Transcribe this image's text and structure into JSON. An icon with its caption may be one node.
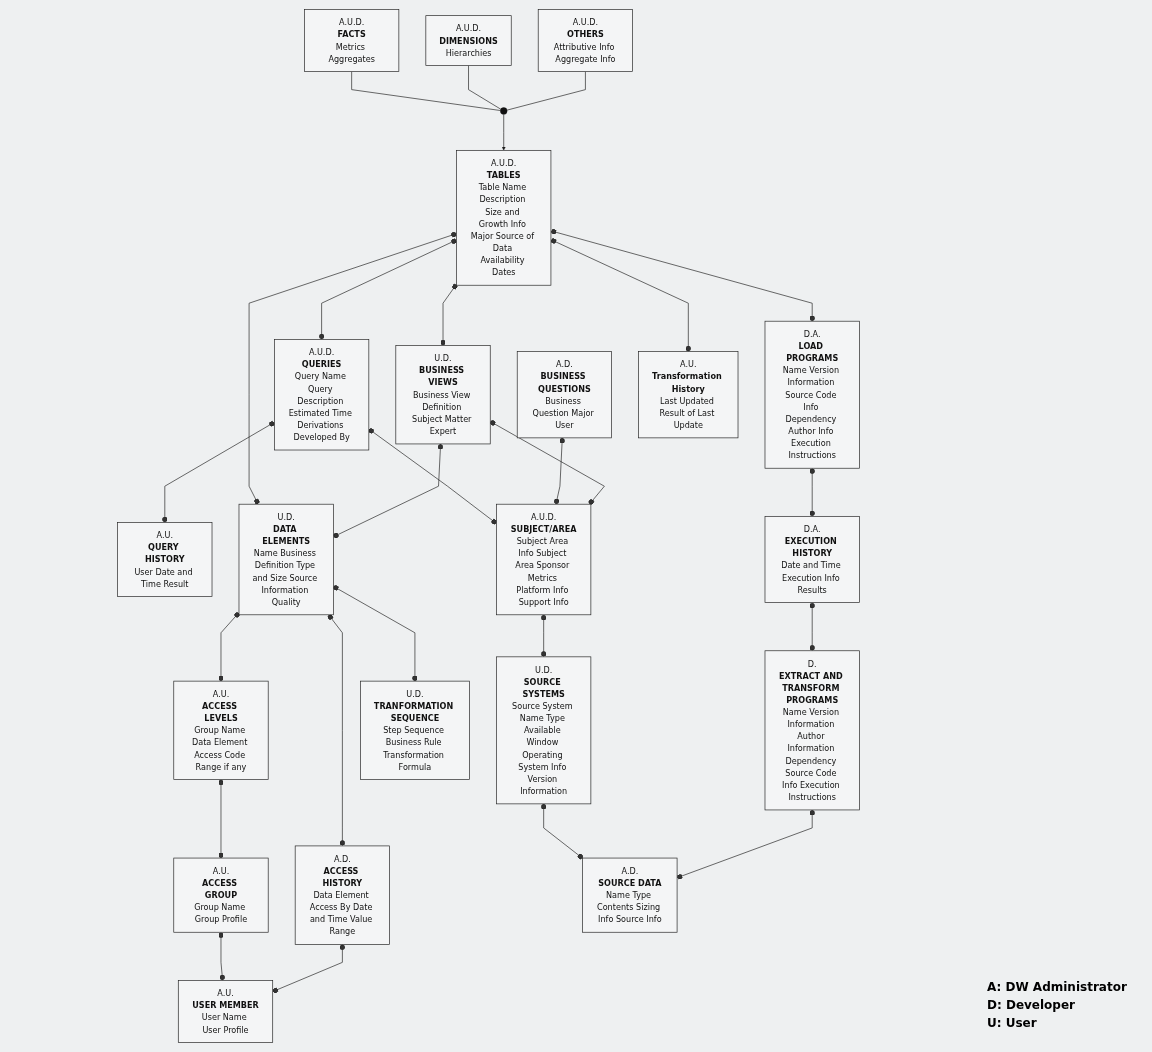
{
  "diagram": {
    "nodes": [
      {
        "text": [
          "A.U.D.",
          "FACTS",
          "Metrics Aggregates"
        ]
      },
      {
        "text": [
          "A.U.D.",
          "DIMENSIONS",
          "Hierarchies"
        ]
      },
      {
        "text": [
          "A.U.D.",
          "OTHERS",
          "Attributive Info Aggregate Info"
        ]
      },
      {
        "text": [],
        "shape": "circle"
      },
      {
        "text": [
          "A.U.",
          "QUERY HISTORY",
          "User Date and Time Result"
        ]
      },
      {
        "text": [
          "A.U.D.",
          "QUERIES",
          "Query Name Query Description Estimated Time Derivations Developed By"
        ]
      },
      {
        "text": [
          "A.U.",
          "Transformation History",
          "Last Updated Result of Last Update"
        ]
      },
      {
        "text": [
          "A.U.D.",
          "TABLES",
          "Table Name Description Size and Growth Info Major Source of Data Availability Dates"
        ]
      },
      {
        "text": [
          "A.D.",
          "BUSINESS QUESTIONS",
          "Business Question Major User"
        ]
      },
      {
        "text": [
          "U.D.",
          "BUSINESS VIEWS",
          "Business View Definition Subject Matter Expert"
        ]
      },
      {
        "text": [
          "U.D.",
          "DATA ELEMENTS",
          "Name Business Definition Type and Size Source Information Quality"
        ]
      },
      {
        "text": [
          "A.U.D.",
          "SUBJECT/AREA",
          "Subject Area Info Subject Area Sponsor Metrics Platform Info Support Info"
        ]
      },
      {
        "text": [
          "D.A.",
          "LOAD PROGRAMS",
          "Name Version Information Source Code Info Dependency Author Info Execution Instructions"
        ]
      },
      {
        "text": [
          "A.U.",
          "ACCESS LEVELS",
          "Group Name Data Element Access Code Range if any"
        ]
      },
      {
        "text": [
          "A.D.",
          "ACCESS HISTORY",
          "Data Element Access By Date and Time Value Range"
        ]
      },
      {
        "text": [
          "A.U.",
          "ACCESS GROUP",
          "Group Name Group Profile"
        ]
      },
      {
        "text": [
          "A.U.",
          "USER MEMBER",
          "User Name User Profile"
        ]
      },
      {
        "text": [
          "U.D.",
          "SOURCE SYSTEMS",
          "Source System Name Type Available Window Operating System Info Version Information"
        ]
      },
      {
        "text": [
          "U.D.",
          "TRANFORMATION SEQUENCE",
          "Step Sequence Business Rule Transformation Formula"
        ]
      },
      {
        "text": [
          "D.",
          "EXTRACT AND TRANSFORM PROGRAMS",
          "Name Version Information Author Information Dependency Source Code Info Execution Instructions"
        ]
      },
      {
        "text": [
          "A.D.",
          "SOURCE DATA",
          "Name Type Contents Sizing Info Source Info"
        ]
      },
      {
        "text": [
          "D.A.",
          "EXECUTION HISTORY",
          "Date and Time Execution Info Results"
        ]
      }
    ],
    "edges": [
      {
        "from": 0,
        "to": 3,
        "arrow": "none"
      },
      {
        "from": 1,
        "to": 3,
        "arrow": "none"
      },
      {
        "from": 2,
        "to": 3,
        "arrow": "none"
      },
      {
        "from": 3,
        "to": 7,
        "arrow": "to"
      },
      {
        "from": 6,
        "to": 7,
        "arrow": "other"
      },
      {
        "from": 7,
        "to": 5,
        "arrow": "other"
      },
      {
        "from": 5,
        "to": 4,
        "arrow": "other"
      },
      {
        "from": 7,
        "to": 9,
        "arrow": "other"
      },
      {
        "from": 7,
        "to": 12,
        "arrow": "other"
      },
      {
        "from": 7,
        "to": 10,
        "arrow": "other"
      },
      {
        "from": 5,
        "to": 11,
        "arrow": "other"
      },
      {
        "from": 8,
        "to": 11,
        "arrow": "other"
      },
      {
        "from": 9,
        "to": 11,
        "arrow": "other"
      },
      {
        "from": 10,
        "to": 9,
        "arrow": "other"
      },
      {
        "from": 10,
        "to": 14,
        "arrow": "other"
      },
      {
        "from": 10,
        "to": 13,
        "arrow": "other"
      },
      {
        "from": 10,
        "to": 18,
        "arrow": "other"
      },
      {
        "from": 13,
        "to": 15,
        "arrow": "other"
      },
      {
        "from": 15,
        "to": 16,
        "arrow": "other"
      },
      {
        "from": 14,
        "to": 16,
        "arrow": "other"
      },
      {
        "from": 11,
        "to": 17,
        "arrow": "other"
      },
      {
        "from": 17,
        "to": 20,
        "arrow": "other"
      },
      {
        "from": 12,
        "to": 21,
        "arrow": "other"
      },
      {
        "from": 21,
        "to": 19,
        "arrow": "other"
      },
      {
        "from": 19,
        "to": 20,
        "arrow": "other"
      }
    ],
    "labels": [
      "A: DW Administrator",
      "D: Developer",
      "U: User"
    ]
  }
}
